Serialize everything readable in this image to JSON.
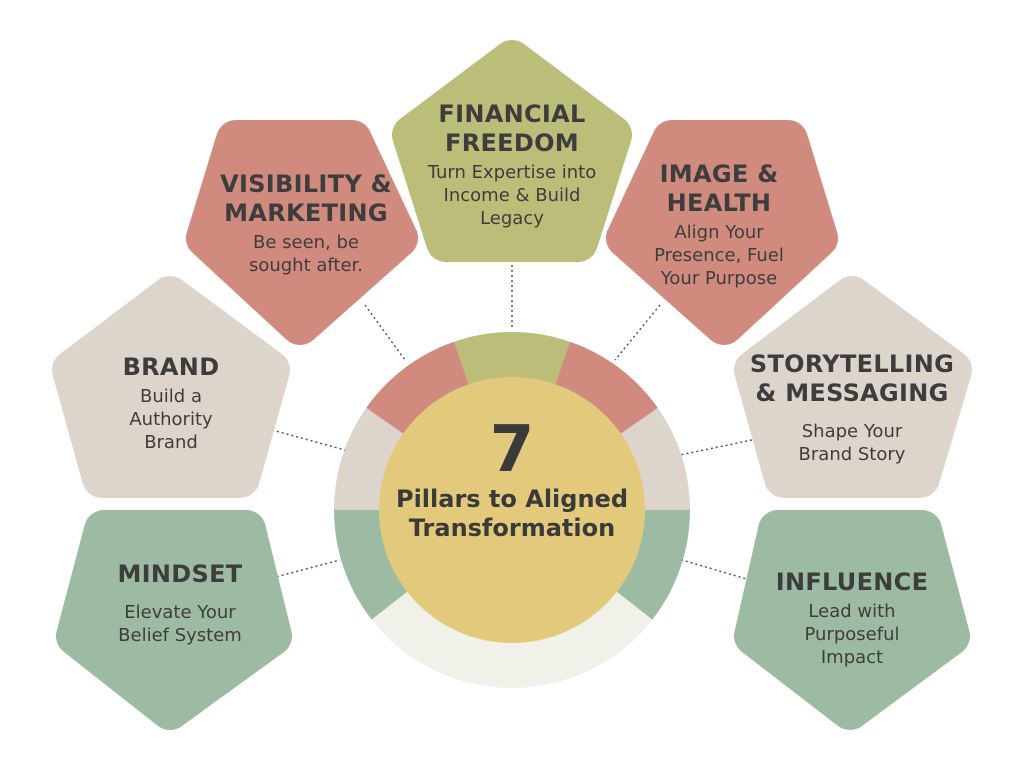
{
  "colors": {
    "salmon": "#D08A7E",
    "olive": "#BBBD78",
    "beige": "#DDD5CC",
    "sage": "#9DBBA2",
    "center": "#E3C97B",
    "ring_bottom": "#F0F1E8",
    "text": "#3d3d3d"
  },
  "center": {
    "number": "7",
    "title": "Pillars to Aligned Transformation"
  },
  "pillars": [
    {
      "title": "FINANCIAL FREEDOM",
      "subtitle": "Turn Expertise into Income & Build Legacy"
    },
    {
      "title": "VISIBILITY & MARKETING",
      "subtitle": "Be seen, be sought after."
    },
    {
      "title": "IMAGE & HEALTH",
      "subtitle": "Align Your Presence, Fuel Your Purpose"
    },
    {
      "title": "BRAND",
      "subtitle": "Build a Authority Brand"
    },
    {
      "title": "STORYTELLING & MESSAGING",
      "subtitle": "Shape Your Brand Story"
    },
    {
      "title": "MINDSET",
      "subtitle": "Elevate Your Belief System"
    },
    {
      "title": "INFLUENCE",
      "subtitle": "Lead with Purposeful Impact"
    }
  ]
}
